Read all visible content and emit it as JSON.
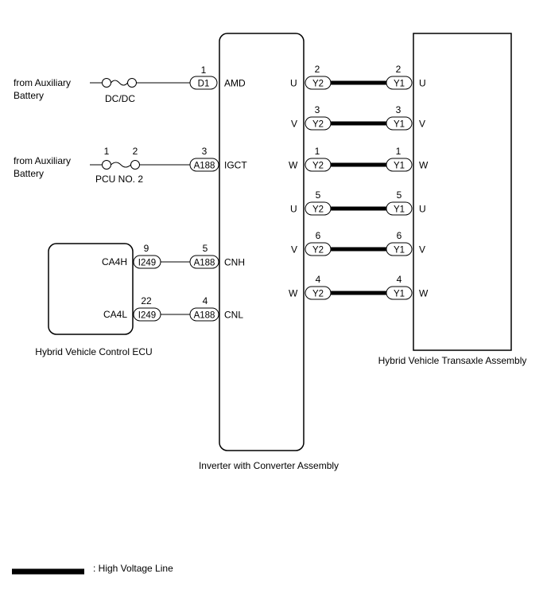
{
  "sources": {
    "battery_1": [
      "from Auxiliary",
      "Battery"
    ],
    "battery_2": [
      "from Auxiliary",
      "Battery"
    ]
  },
  "fuses": {
    "dc_dc": "DC/DC",
    "pcu_no2": "PCU NO. 2",
    "pcu_pin_1": "1",
    "pcu_pin_2": "2"
  },
  "components": {
    "ecu": "Hybrid Vehicle Control ECU",
    "inverter": "Inverter with Converter Assembly",
    "transaxle": "Hybrid Vehicle Transaxle Assembly"
  },
  "ecu_terminals": [
    "CA4H",
    "CA4L"
  ],
  "ecu_links": [
    {
      "ecu_pin": "9",
      "ecu_conn": "I249",
      "inv_pin": "5",
      "inv_conn": "A188",
      "inv_term": "CNH"
    },
    {
      "ecu_pin": "22",
      "ecu_conn": "I249",
      "inv_pin": "4",
      "inv_conn": "A188",
      "inv_term": "CNL"
    }
  ],
  "power_inputs": [
    {
      "pin": "1",
      "conn": "D1",
      "term": "AMD"
    },
    {
      "pin": "3",
      "conn": "A188",
      "term": "IGCT"
    }
  ],
  "hv_lines": [
    {
      "inv_term": "U",
      "inv_pin": "2",
      "inv_conn": "Y2",
      "tx_pin": "2",
      "tx_conn": "Y1",
      "tx_term": "U"
    },
    {
      "inv_term": "V",
      "inv_pin": "3",
      "inv_conn": "Y2",
      "tx_pin": "3",
      "tx_conn": "Y1",
      "tx_term": "V"
    },
    {
      "inv_term": "W",
      "inv_pin": "1",
      "inv_conn": "Y2",
      "tx_pin": "1",
      "tx_conn": "Y1",
      "tx_term": "W"
    },
    {
      "inv_term": "U",
      "inv_pin": "5",
      "inv_conn": "Y2",
      "tx_pin": "5",
      "tx_conn": "Y1",
      "tx_term": "U"
    },
    {
      "inv_term": "V",
      "inv_pin": "6",
      "inv_conn": "Y2",
      "tx_pin": "6",
      "tx_conn": "Y1",
      "tx_term": "V"
    },
    {
      "inv_term": "W",
      "inv_pin": "4",
      "inv_conn": "Y2",
      "tx_pin": "4",
      "tx_conn": "Y1",
      "tx_term": "W"
    }
  ],
  "legend": {
    "high_voltage": ": High Voltage Line"
  },
  "colors": {
    "line": "#000000",
    "background": "#ffffff"
  }
}
